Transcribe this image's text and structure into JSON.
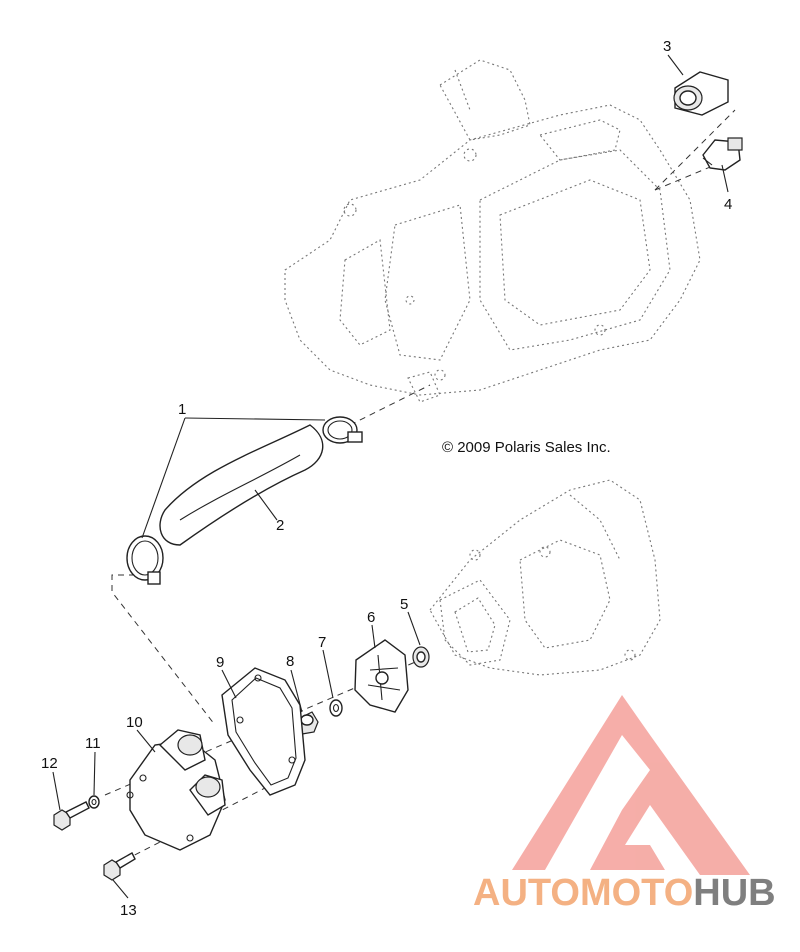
{
  "copyright": "© 2009 Polaris Sales Inc.",
  "callouts": [
    {
      "id": "1",
      "text": "1"
    },
    {
      "id": "2",
      "text": "2"
    },
    {
      "id": "3",
      "text": "3"
    },
    {
      "id": "4",
      "text": "4"
    },
    {
      "id": "5",
      "text": "5"
    },
    {
      "id": "6",
      "text": "6"
    },
    {
      "id": "7",
      "text": "7"
    },
    {
      "id": "8",
      "text": "8"
    },
    {
      "id": "9",
      "text": "9"
    },
    {
      "id": "10",
      "text": "10"
    },
    {
      "id": "11",
      "text": "11"
    },
    {
      "id": "12",
      "text": "12"
    },
    {
      "id": "13",
      "text": "13"
    }
  ],
  "watermark": {
    "part1": "AUTOMOTO",
    "part2": "HUB",
    "logo_color": "#f4a09a",
    "text_color_1": "#f4b183",
    "text_color_2": "#7f7f7f"
  }
}
